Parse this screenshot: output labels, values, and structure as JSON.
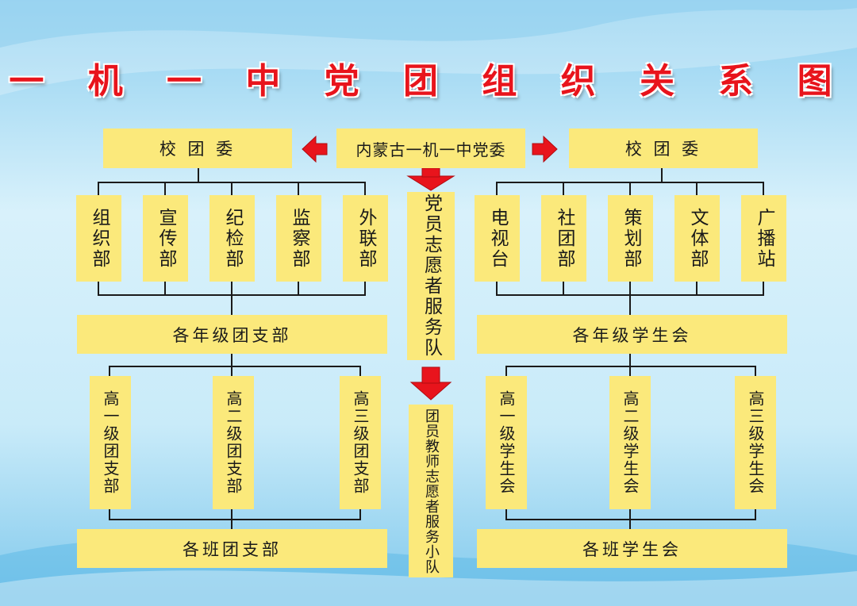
{
  "title": "一 机 一 中 党 团 组 织 关 系 图",
  "center": {
    "party": "内蒙古一机一中党委",
    "party_volunteer": "党员志愿者服务队",
    "teacher_volunteer": "团员教师志愿者服务小队"
  },
  "left": {
    "top": "校 团 委",
    "departments": [
      "组织部",
      "宣传部",
      "纪检部",
      "监察部",
      "外联部"
    ],
    "mid": "各年级团支部",
    "grades": [
      "高一级团支部",
      "高二级团支部",
      "高三级团支部"
    ],
    "bottom": "各班团支部"
  },
  "right": {
    "top": "校 团 委",
    "departments": [
      "电视台",
      "社团部",
      "策划部",
      "文体部",
      "广播站"
    ],
    "mid": "各年级学生会",
    "grades": [
      "高一级学生会",
      "高二级学生会",
      "高三级学生会"
    ],
    "bottom": "各班学生会"
  },
  "colors": {
    "box": "#fbe97b",
    "arrow": "#e8141c",
    "title": "#e8141c",
    "line": "#1a1a1a",
    "background": "#bfe6f7"
  }
}
